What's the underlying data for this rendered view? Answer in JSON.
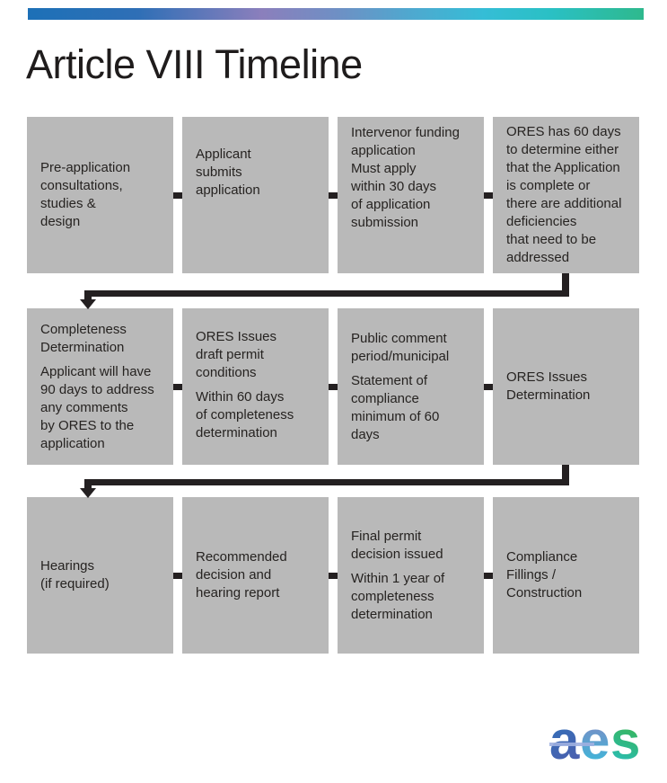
{
  "page": {
    "title": "Article VIII Timeline"
  },
  "brand": {
    "bar_gradient": [
      "#1d70b7",
      "#8b7fbc",
      "#35bdd6",
      "#2eb98d"
    ],
    "box_gray": "#b9b9b9",
    "line_color": "#242021",
    "text_color": "#262321",
    "logo_blue": "#2d74bb",
    "logo_purple": "#8d80bf",
    "logo_cyan": "#33bedd",
    "logo_green": "#3db54d"
  },
  "logo": {
    "letters": [
      "a",
      "e",
      "s"
    ]
  },
  "flow": {
    "rows": [
      {
        "boxes": [
          {
            "paragraphs": [
              "Pre-application\nconsultations,\nstudies &\ndesign"
            ]
          },
          {
            "paragraphs": [
              "Applicant\nsubmits\napplication"
            ]
          },
          {
            "paragraphs": [
              "Intervenor funding\napplication\nMust apply\nwithin 30 days\nof application\nsubmission"
            ]
          },
          {
            "paragraphs": [
              "ORES has 60 days\nto determine either\nthat the Application\nis complete or\nthere are additional\ndeficiencies\nthat need to be\naddressed"
            ]
          }
        ]
      },
      {
        "boxes": [
          {
            "paragraphs": [
              "Completeness\nDetermination",
              "Applicant will have\n90 days to address\nany comments\nby ORES to the\napplication"
            ]
          },
          {
            "paragraphs": [
              "ORES Issues\ndraft permit\nconditions",
              "Within 60 days\nof completeness\ndetermination"
            ]
          },
          {
            "paragraphs": [
              "Public comment\nperiod/municipal",
              "Statement of\ncompliance\nminimum of 60\ndays"
            ]
          },
          {
            "paragraphs": [
              "ORES Issues\nDetermination"
            ]
          }
        ]
      },
      {
        "boxes": [
          {
            "paragraphs": [
              "Hearings\n(if required)"
            ]
          },
          {
            "paragraphs": [
              "Recommended\ndecision and\nhearing report"
            ]
          },
          {
            "paragraphs": [
              "Final permit\ndecision issued",
              "Within 1 year of\ncompleteness\ndetermination"
            ]
          },
          {
            "paragraphs": [
              "Compliance\nFillings /\nConstruction"
            ]
          }
        ]
      }
    ]
  }
}
